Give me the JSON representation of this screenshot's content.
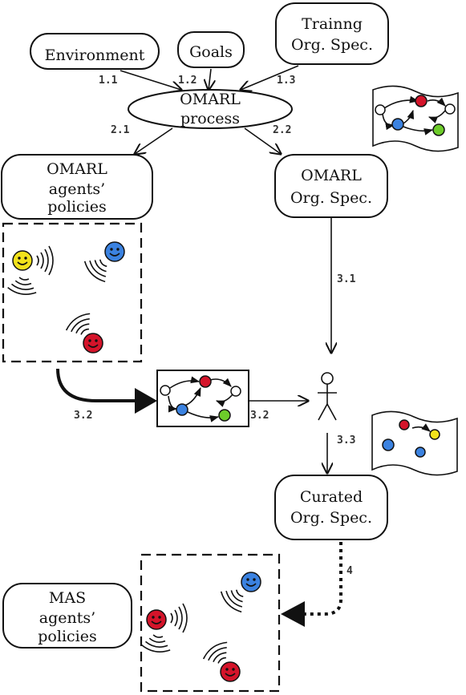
{
  "nodes": {
    "environment": "Environment",
    "goals": "Goals",
    "training_spec": [
      "Trainng",
      "Org. Spec."
    ],
    "omarl_process": [
      "OMARL",
      "process"
    ],
    "omarl_policies": [
      "OMARL",
      "agents’",
      "policies"
    ],
    "omarl_spec": [
      "OMARL",
      "Org. Spec."
    ],
    "curated_spec": [
      "Curated",
      "Org. Spec."
    ],
    "mas_policies": [
      "MAS",
      "agents’",
      "policies"
    ]
  },
  "edges": {
    "e11": "1.1",
    "e12": "1.2",
    "e13": "1.3",
    "e21": "2.1",
    "e22": "2.2",
    "e31": "3.1",
    "e32a": "3.2",
    "e32b": "3.2",
    "e33": "3.3",
    "e4": "4"
  },
  "colors": {
    "yellow": "#f2e21b",
    "blue": "#3b82e0",
    "red": "#d4142a",
    "green": "#6dcc2a",
    "white": "#ffffff"
  },
  "icons": [
    "smiley-face-icon",
    "signal-waves-icon",
    "organization-graph-icon",
    "stick-figure-icon",
    "document-scroll-icon"
  ]
}
